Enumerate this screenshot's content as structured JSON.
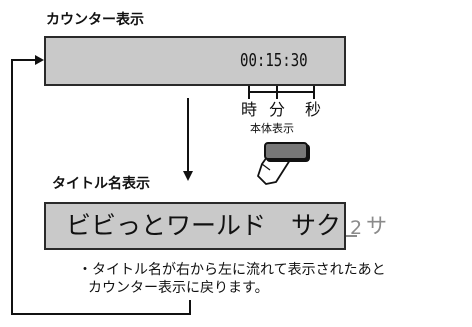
{
  "counter_section": {
    "title": "カウンター表示",
    "time_display": "00:15:30",
    "units": {
      "hour": "時",
      "minute": "分",
      "second": "秒"
    }
  },
  "button": {
    "label": "本体表示"
  },
  "title_section": {
    "title": "タイトル名表示",
    "scroll_text_main": "ビビっとワールド　サク",
    "scroll_number": "2",
    "scroll_last": "サ"
  },
  "note": {
    "line1": "・タイトル名が右から左に流れて表示されたあと",
    "line2": "カウンター表示に戻ります。"
  }
}
